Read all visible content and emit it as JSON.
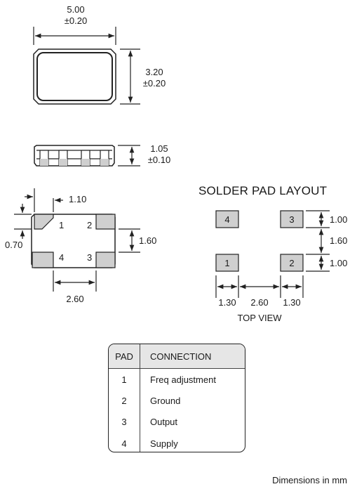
{
  "top_view": {
    "length": "5.00",
    "length_tol": "±0.20",
    "width": "3.20",
    "width_tol": "±0.20"
  },
  "side_view": {
    "height": "1.05",
    "height_tol": "±0.10"
  },
  "bottom_view": {
    "dim_1_10": "1.10",
    "dim_0_70": "0.70",
    "dim_1_60": "1.60",
    "dim_2_60": "2.60",
    "pads": [
      "1",
      "2",
      "3",
      "4"
    ]
  },
  "solder_pad_layout": {
    "title": "SOLDER PAD LAYOUT",
    "pads": [
      "4",
      "3",
      "1",
      "2"
    ],
    "dim_pad_h_top": "1.00",
    "dim_gap_v": "1.60",
    "dim_pad_h_bottom": "1.00",
    "dim_pad_w_left": "1.30",
    "dim_gap_h": "2.60",
    "dim_pad_w_right": "1.30",
    "view_label": "TOP VIEW"
  },
  "pin_table": {
    "headers": [
      "PAD",
      "CONNECTION"
    ],
    "rows": [
      {
        "pad": "1",
        "connection": "Freq adjustment"
      },
      {
        "pad": "2",
        "connection": "Ground"
      },
      {
        "pad": "3",
        "connection": "Output"
      },
      {
        "pad": "4",
        "connection": "Supply"
      }
    ]
  },
  "footer": "Dimensions in mm",
  "colors": {
    "pad_fill": "#cfcfcf",
    "line": "#222222"
  }
}
